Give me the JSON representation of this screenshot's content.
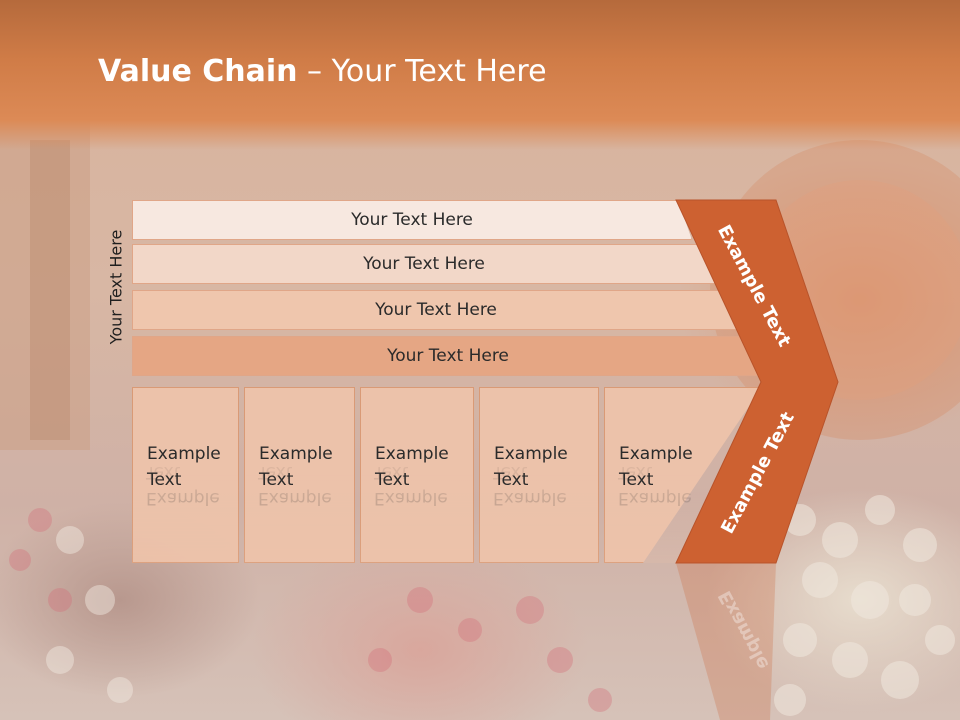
{
  "slide": {
    "title_bold": "Value Chain",
    "title_rest": " – Your Text Here",
    "side_label": "Your Text Here"
  },
  "bars": [
    {
      "label": "Your Text Here",
      "color": "#f6e5dc"
    },
    {
      "label": "Your Text Here",
      "color": "#f1d4c3"
    },
    {
      "label": "Your Text Here",
      "color": "#eebf a6"
    },
    {
      "label": "Your Text Here",
      "color": "#e5a37f"
    }
  ],
  "boxes": [
    {
      "line1": "Example",
      "line2": "Text"
    },
    {
      "line1": "Example",
      "line2": "Text"
    },
    {
      "line1": "Example",
      "line2": "Text"
    },
    {
      "line1": "Example",
      "line2": "Text"
    },
    {
      "line1": "Example",
      "line2": "Text"
    }
  ],
  "chevron": {
    "upper_text": "Example Text",
    "lower_text": "Example Text",
    "reflection_text": "Example",
    "color": "#cd6131"
  }
}
